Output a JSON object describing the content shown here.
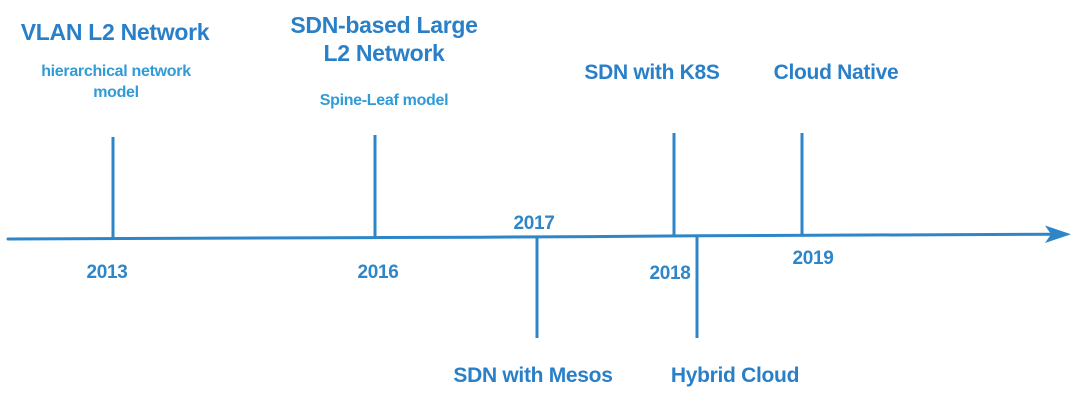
{
  "diagram": {
    "type": "timeline",
    "colors": {
      "heading_blue": "#2a80c8",
      "subtitle_blue": "#2f9bd8",
      "axis_blue": "#2e86c8"
    },
    "years": [
      "2013",
      "2016",
      "2017",
      "2018",
      "2019"
    ],
    "events_above": [
      {
        "title": "VLAN L2 Network",
        "subtitle": "hierarchical network\nmodel",
        "year": "2013"
      },
      {
        "title": "SDN-based Large\nL2 Network",
        "subtitle": "Spine-Leaf model",
        "year": "2016"
      },
      {
        "title": "SDN with K8S",
        "year": "2018"
      },
      {
        "title": "Cloud Native",
        "year": "2019"
      }
    ],
    "events_below": [
      {
        "title": "SDN with Mesos",
        "year": "2017"
      },
      {
        "title": "Hybrid Cloud",
        "year": "2018"
      }
    ]
  }
}
